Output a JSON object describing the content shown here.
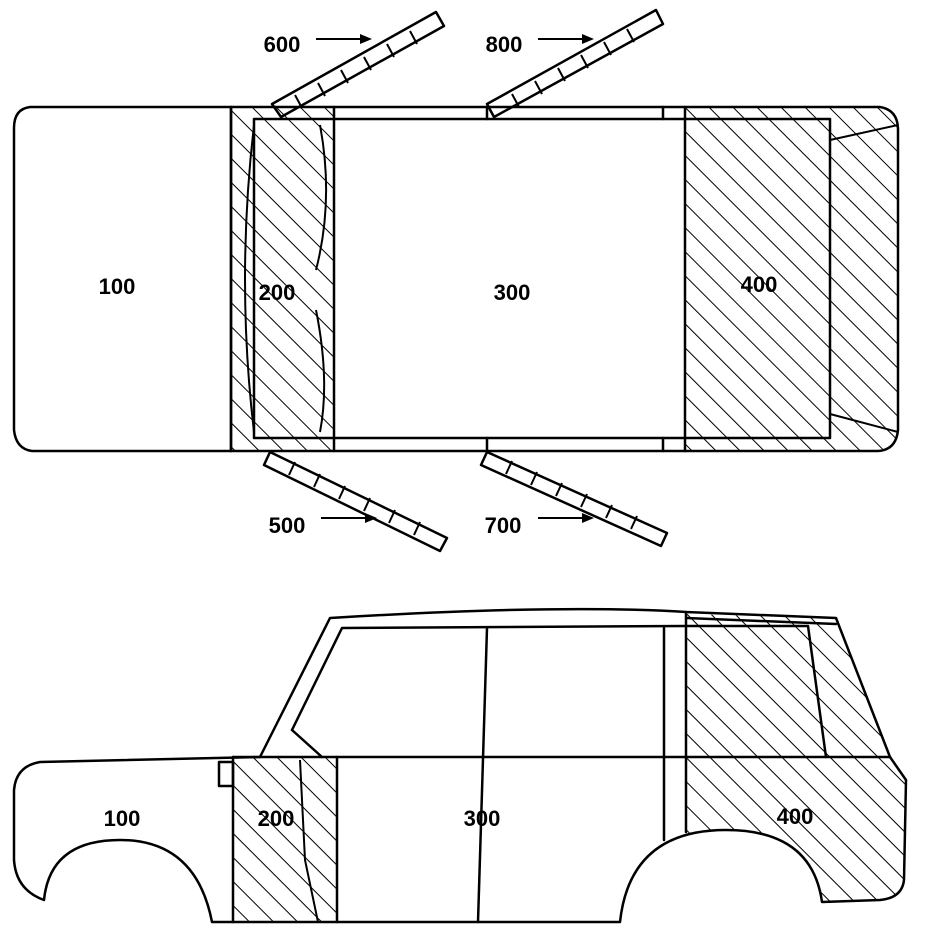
{
  "colors": {
    "line": "#000000",
    "background": "#ffffff"
  },
  "labels": {
    "top": {
      "hood": "100",
      "front_section": "200",
      "center_section": "300",
      "rear_section": "400",
      "door_front_lower": "500",
      "door_front_upper": "600",
      "door_rear_lower": "700",
      "door_rear_upper": "800"
    },
    "side": {
      "hood": "100",
      "front_section": "200",
      "center_section": "300",
      "rear_section": "400"
    }
  }
}
